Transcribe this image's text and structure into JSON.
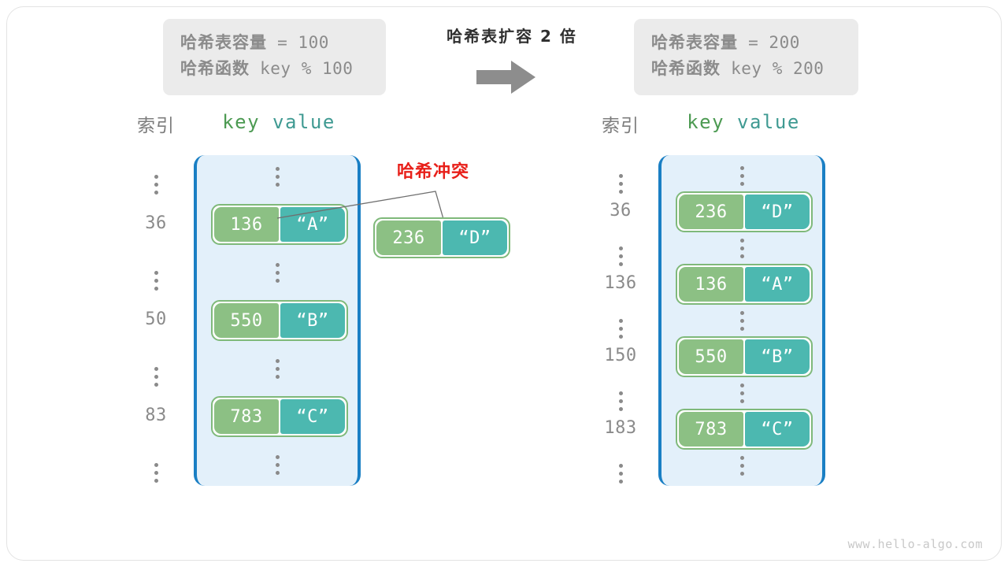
{
  "center": {
    "title": "哈希表扩容 2 倍",
    "arrow_icon": "right-arrow-icon"
  },
  "before_box": {
    "capacity_label": "哈希表容量",
    "capacity_value": " = 100",
    "hash_label": "哈希函数",
    "hash_value": " key % 100"
  },
  "after_box": {
    "capacity_label": "哈希表容量",
    "capacity_value": " = 200",
    "hash_label": "哈希函数",
    "hash_value": " key % 200"
  },
  "left_table": {
    "header_index": "索引",
    "header_key": "key",
    "header_value": "value",
    "rows": [
      {
        "index": "⋮",
        "type": "dots"
      },
      {
        "index": "36",
        "type": "pair",
        "key": "136",
        "value": "“A”"
      },
      {
        "index": "⋮",
        "type": "dots"
      },
      {
        "index": "50",
        "type": "pair",
        "key": "550",
        "value": "“B”"
      },
      {
        "index": "⋮",
        "type": "dots"
      },
      {
        "index": "83",
        "type": "pair",
        "key": "783",
        "value": "“C”"
      },
      {
        "index": "⋮",
        "type": "dots"
      }
    ]
  },
  "right_table": {
    "header_index": "索引",
    "header_key": "key",
    "header_value": "value",
    "rows": [
      {
        "index": "⋮",
        "type": "dots"
      },
      {
        "index": "36",
        "type": "pair",
        "key": "236",
        "value": "“D”"
      },
      {
        "index": "⋮",
        "type": "dots"
      },
      {
        "index": "136",
        "type": "pair",
        "key": "136",
        "value": "“A”"
      },
      {
        "index": "⋮",
        "type": "dots"
      },
      {
        "index": "150",
        "type": "pair",
        "key": "550",
        "value": "“B”"
      },
      {
        "index": "⋮",
        "type": "dots"
      },
      {
        "index": "183",
        "type": "pair",
        "key": "783",
        "value": "“C”"
      },
      {
        "index": "⋮",
        "type": "dots"
      }
    ]
  },
  "collision": {
    "label": "哈希冲突",
    "key": "236",
    "value": "“D”"
  },
  "watermark": "www.hello-algo.com",
  "colors": {
    "key_cell": "#8cc084",
    "value_cell": "#4cb8b0",
    "cell_border": "#7fb97a",
    "bucket_fill": "#e3f0fa",
    "bucket_bracket": "#1a7fc4",
    "info_box": "#ebebeb",
    "collision_text": "#e8201a",
    "key_header_text": "#4c9a52",
    "value_header_text": "#3f9a92",
    "index_text": "#8a8a8a"
  }
}
